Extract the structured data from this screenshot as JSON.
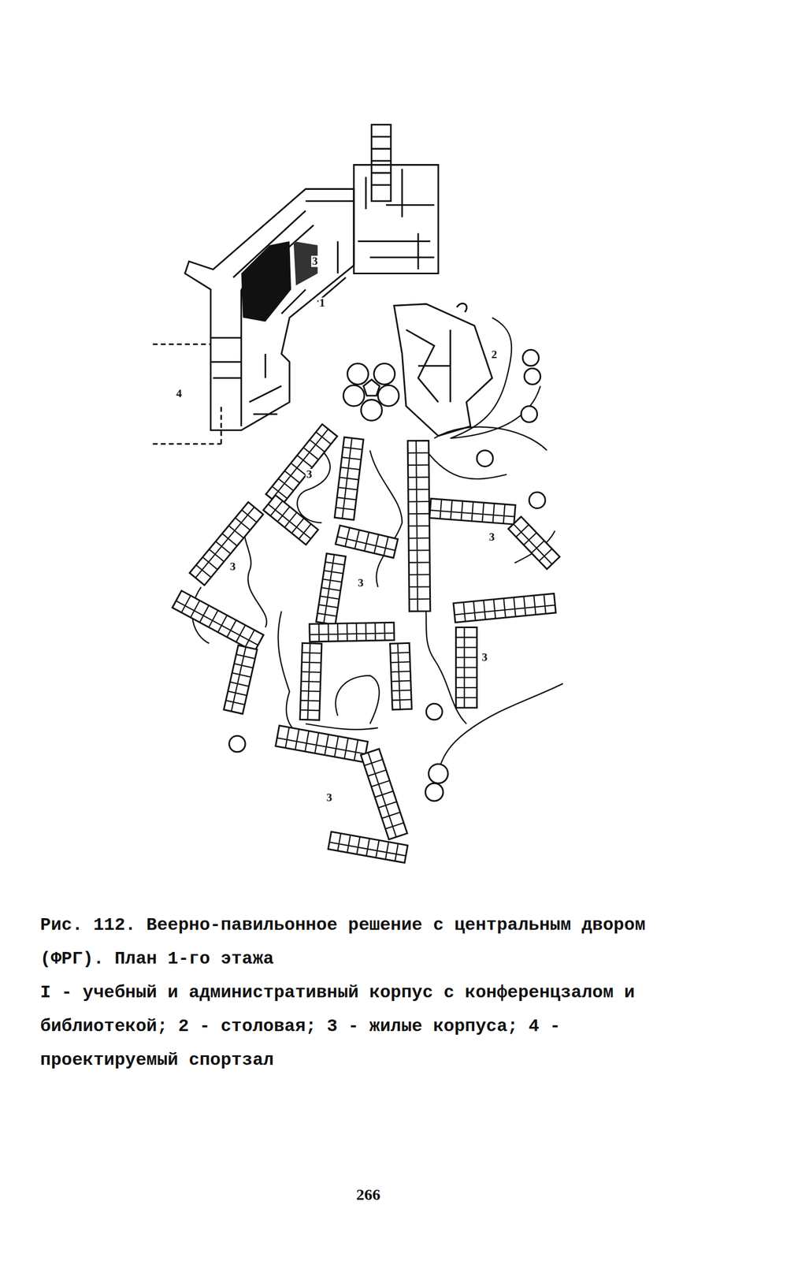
{
  "diagram": {
    "caption": "Рис. 112. Веерно-павильонное решение с центральным двором (ФРГ). План 1-го этажа",
    "labels": [
      "1",
      "3",
      "2",
      "4",
      "3",
      "3",
      "3",
      "3",
      "3",
      "3",
      "I - учебный и административный корпус с конференцзалом и библиотекой; 2 - столовая; 3 - жилые корпуса; 4 - проектируемый спортзал",
      "266"
    ]
  }
}
